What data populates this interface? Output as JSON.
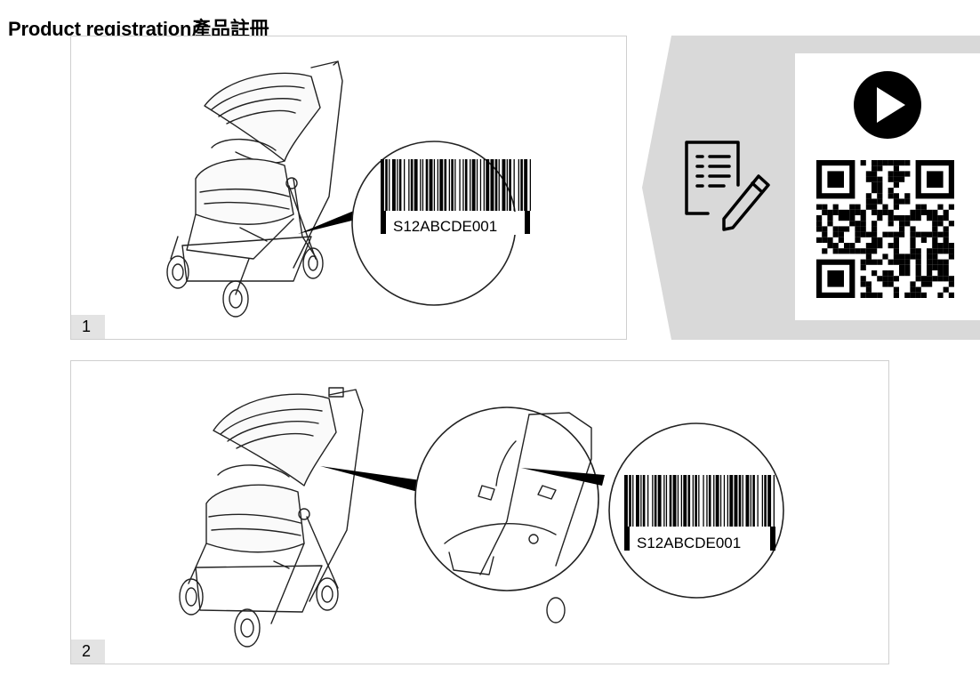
{
  "page": {
    "title": "Product registration產品註冊"
  },
  "steps": [
    {
      "number": "1",
      "barcode": "S12ABCDE001"
    },
    {
      "number": "2",
      "barcode": "S12ABCDE001"
    }
  ],
  "registration": {
    "icons": [
      "document-edit-icon",
      "play-icon",
      "qr-code"
    ]
  }
}
